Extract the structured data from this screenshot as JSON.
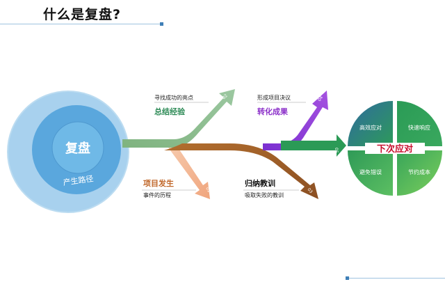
{
  "title": "什么是复盘?",
  "center": {
    "label": "复盘",
    "sub_label": "产生路径"
  },
  "branches": [
    {
      "num": "01",
      "title": "项目发生",
      "desc": "事件的历程",
      "color": "#f2a783"
    },
    {
      "num": "02",
      "title": "总结经验",
      "desc": "寻找成功的亮点",
      "color": "#2e8b57"
    },
    {
      "num": "03",
      "title": "归纳教训",
      "desc": "吸取失败的教训",
      "color": "#111111"
    },
    {
      "num": "04",
      "title": "转化成果",
      "desc": "形成项目决议",
      "color": "#8b2fc9"
    },
    {
      "num": "05"
    }
  ],
  "result": {
    "label": "下次应对",
    "quadrants": [
      "高效应对",
      "快速响应",
      "避免错误",
      "节约成本"
    ]
  },
  "colors": {
    "outer_ring": "#a9d2ee",
    "mid_ring": "#5aa8dd",
    "inner_ring": "#6fb8e6",
    "green_light": "#86b88e",
    "brown": "#a6642c",
    "purple": "#8a3ad2",
    "green_dark": "#2b9a56",
    "peach": "#f3b58f",
    "title_red": "#c8102e"
  }
}
